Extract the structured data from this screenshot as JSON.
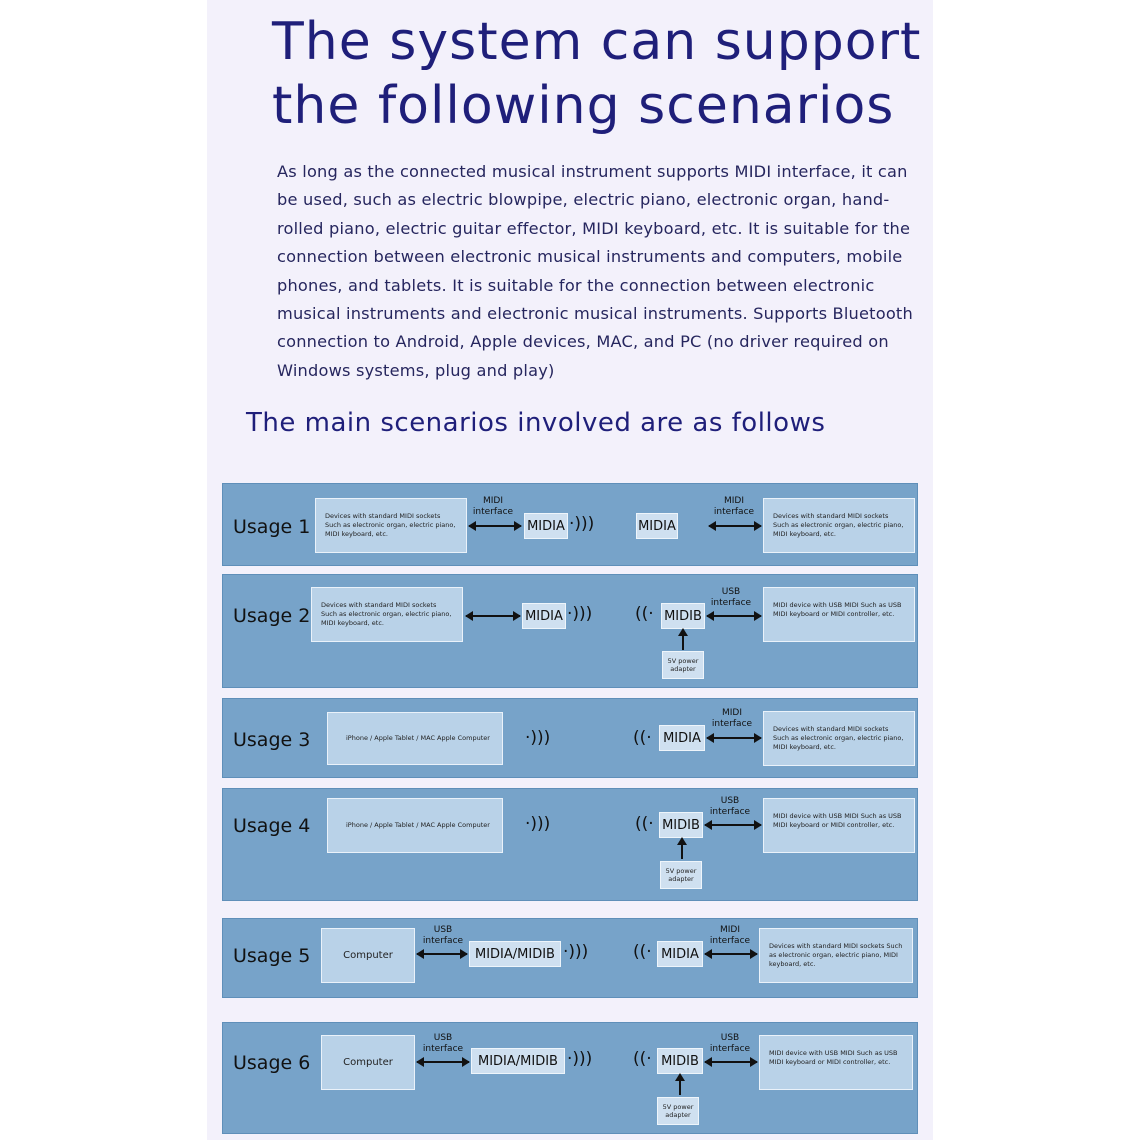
{
  "title_line1": "The system can support",
  "title_line2": "the following scenarios",
  "paragraph": "As long as the connected musical instrument supports MIDI interface, it can be used, such as electric blowpipe, electric piano, electronic organ, hand-rolled piano, electric guitar effector, MIDI keyboard, etc. It is suitable for the connection between electronic musical instruments and computers, mobile phones, and tablets. It is suitable for the connection between electronic musical instruments and electronic musical instruments. Supports Bluetooth connection to Android, Apple devices, MAC, and PC (no driver required on Windows systems, plug and play)",
  "subtitle": "The main scenarios involved are as follows",
  "usages": [
    {
      "label": "Usage 1",
      "left_device": "Devices with standard MIDI sockets Such as electronic organ, electric piano, MIDI keyboard, etc.",
      "left_interface": "MIDI interface",
      "left_box": "MIDIA",
      "right_box": "MIDIA",
      "right_interface": "MIDI interface",
      "right_device": "Devices with standard MIDI sockets Such as electronic organ, electric piano, MIDI keyboard, etc."
    },
    {
      "label": "Usage 2",
      "left_device": "Devices with standard MIDI sockets Such as electronic organ, electric piano, MIDI keyboard, etc.",
      "left_box": "MIDIA",
      "right_box": "MIDIB",
      "right_interface": "USB interface",
      "right_device": "MIDI device with USB MIDI Such as USB MIDI keyboard or MIDI controller, etc.",
      "power": "5V power adapter"
    },
    {
      "label": "Usage 3",
      "left_device": "iPhone / Apple Tablet / MAC Apple Computer",
      "right_box": "MIDIA",
      "right_interface": "MIDI interface",
      "right_device": "Devices with standard MIDI sockets Such as electronic organ, electric piano, MIDI keyboard, etc."
    },
    {
      "label": "Usage 4",
      "left_device": "iPhone / Apple Tablet / MAC Apple Computer",
      "right_box": "MIDIB",
      "right_interface": "USB interface",
      "right_device": "MIDI device with USB MIDI Such as USB MIDI keyboard or MIDI controller, etc.",
      "power": "5V power adapter"
    },
    {
      "label": "Usage 5",
      "left_device": "Computer",
      "left_interface": "USB interface",
      "left_box": "MIDIA/MIDIB",
      "right_box": "MIDIA",
      "right_interface": "MIDI interface",
      "right_device": "Devices with standard MIDI sockets Such as electronic organ, electric piano, MIDI keyboard, etc."
    },
    {
      "label": "Usage 6",
      "left_device": "Computer",
      "left_interface": "USB interface",
      "left_box": "MIDIA/MIDIB",
      "right_box": "MIDIB",
      "right_interface": "USB interface",
      "right_device": "MIDI device with USB MIDI Such as USB MIDI keyboard or MIDI controller, etc.",
      "power": "5V power adapter"
    }
  ],
  "wave_out": "·)))",
  "wave_in": "((·"
}
